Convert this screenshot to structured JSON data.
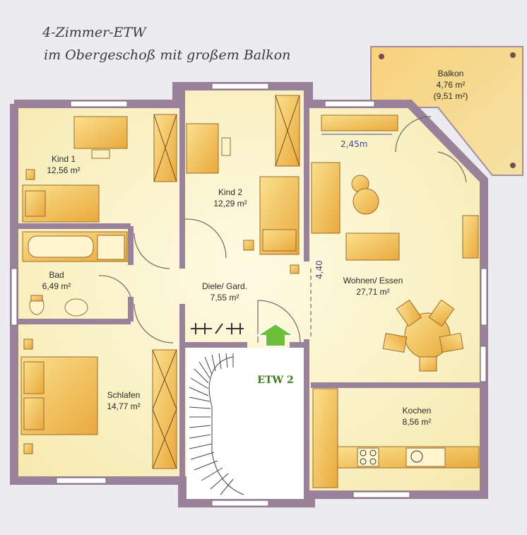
{
  "title": {
    "line1": "4-Zimmer-ETW",
    "line2": "im Obergeschoß mit großem Balkon"
  },
  "rooms": {
    "kind1": {
      "name": "Kind 1",
      "area": "12,56 m²"
    },
    "kind2": {
      "name": "Kind 2",
      "area": "12,29 m²"
    },
    "bad": {
      "name": "Bad",
      "area": "6,49 m²"
    },
    "diele": {
      "name": "Diele/ Gard.",
      "area": "7,55 m²"
    },
    "wohnen": {
      "name": "Wohnen/ Essen",
      "area": "27,71 m²"
    },
    "schlafen": {
      "name": "Schlafen",
      "area": "14,77 m²"
    },
    "kochen": {
      "name": "Kochen",
      "area": "8,56 m²"
    },
    "balkon": {
      "name": "Balkon",
      "area": "4,76 m²",
      "area_alt": "(9,51 m²)"
    }
  },
  "annotations": {
    "width_mark": "2,45m",
    "height_mark": "4,40",
    "entrance": "ETW 2"
  },
  "colors": {
    "wall": "#9a829a",
    "floor": "#faf3c8",
    "furniture": "#f0c35a",
    "balcony": "#f3c973",
    "arrow": "#6dbf3a"
  }
}
